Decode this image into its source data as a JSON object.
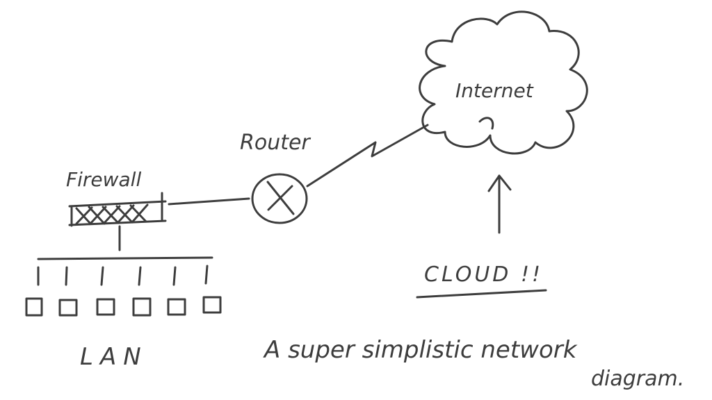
{
  "labels": {
    "internet": "Internet",
    "router": "Router",
    "firewall": "Firewall",
    "lan": "LAN",
    "cloud": "CLOUD !!",
    "caption_line1": "A super simplistic network",
    "caption_line2": "diagram."
  },
  "lan_hosts": 6,
  "colors": {
    "ink": "#3d3d3d",
    "background": "#ffffff"
  }
}
